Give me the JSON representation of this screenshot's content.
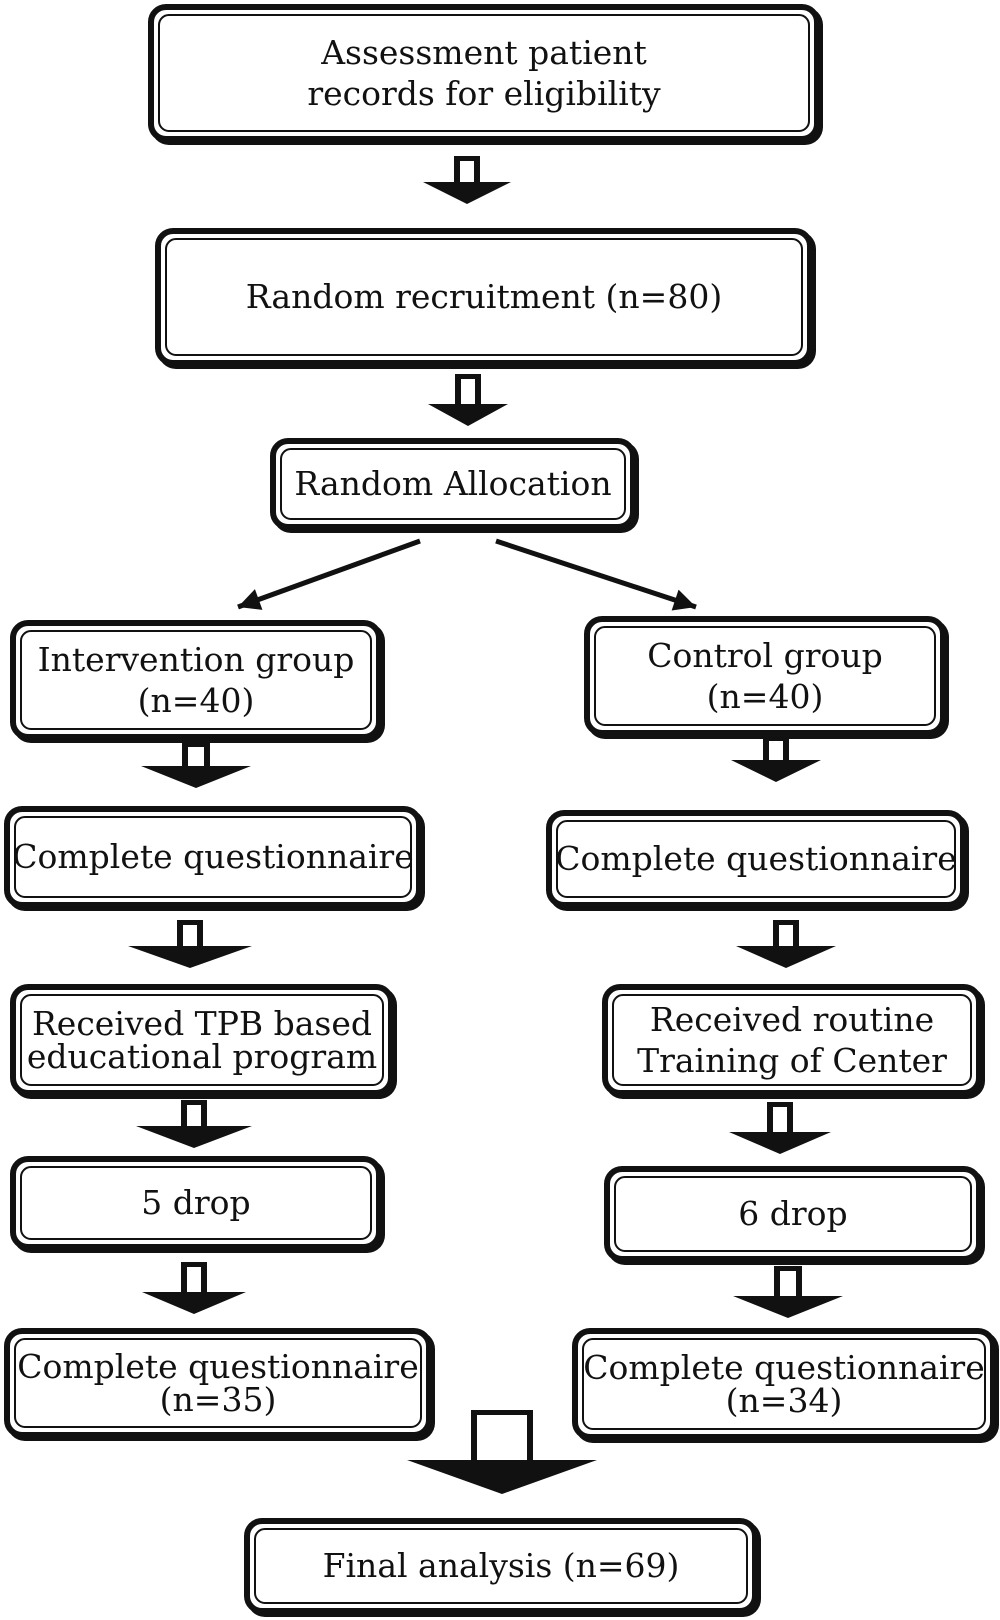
{
  "nodes": {
    "assessment": {
      "line1": "Assessment patient",
      "line2": "records for eligibility"
    },
    "recruitment": {
      "line1": "Random recruitment (n=80)"
    },
    "allocation": {
      "line1": "Random Allocation"
    },
    "intervention": {
      "line1": "Intervention group",
      "line2": "(n=40)"
    },
    "control": {
      "line1": "Control group",
      "line2": "(n=40)"
    },
    "int_questionnaire": {
      "line1": "Complete questionnaire"
    },
    "ctrl_questionnaire": {
      "line1": "Complete questionnaire"
    },
    "int_program": {
      "line1": "Received TPB based",
      "line2": "educational program"
    },
    "ctrl_training": {
      "line1": "Received routine",
      "line2": "Training of Center"
    },
    "int_drop": {
      "line1": "5 drop"
    },
    "ctrl_drop": {
      "line1": "6 drop"
    },
    "int_final_questionnaire": {
      "line1": "Complete questionnaire",
      "line2": "(n=35)"
    },
    "ctrl_final_questionnaire": {
      "line1": "Complete questionnaire",
      "line2": "(n=34)"
    },
    "final": {
      "line1": "Final analysis (n=69)"
    }
  }
}
